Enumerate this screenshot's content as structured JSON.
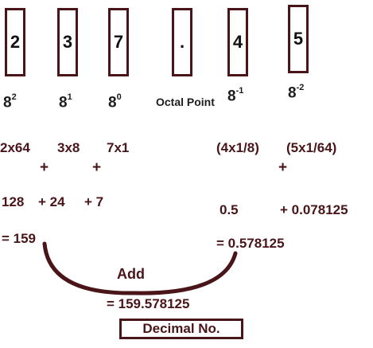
{
  "digits": [
    "2",
    "3",
    "7",
    ".",
    "4",
    "5"
  ],
  "powers": [
    {
      "base": "8",
      "exp": "2"
    },
    {
      "base": "8",
      "exp": "1"
    },
    {
      "base": "8",
      "exp": "0"
    },
    {
      "base": "8",
      "exp": "-1"
    },
    {
      "base": "8",
      "exp": "-2"
    }
  ],
  "octal_point_label": "Octal Point",
  "int_products": [
    "2x64",
    "3x8",
    "7x1"
  ],
  "frac_products": [
    "(4x1/8)",
    "(5x1/64)"
  ],
  "plus": "+",
  "int_values": {
    "v1": "128",
    "v2": "+ 24",
    "v3": "+ 7"
  },
  "frac_values": {
    "v1": "0.5",
    "v2": "+  0.078125"
  },
  "int_sum": "= 159",
  "frac_sum": "= 0.578125",
  "add_label": "Add",
  "total": "= 159.578125",
  "decimal_label": "Decimal No.",
  "colors": {
    "accent": "#4a1518",
    "text": "#1d1d1d"
  }
}
